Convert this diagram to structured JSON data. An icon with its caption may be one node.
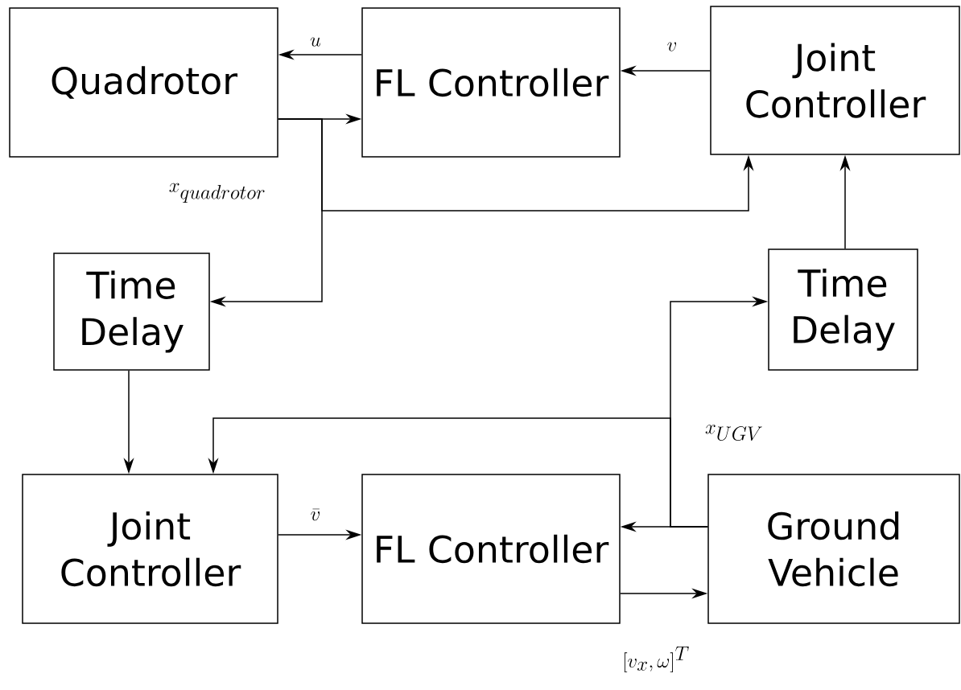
{
  "diagram": {
    "nodes": [
      {
        "text": [
          "Quadrotor"
        ]
      },
      {
        "text": [
          "FL Controller"
        ]
      },
      {
        "text": [
          "Joint Controller"
        ]
      },
      {
        "text": [
          "Time Delay"
        ]
      },
      {
        "text": [
          "Time Delay"
        ]
      },
      {
        "text": [
          "Joint Controller"
        ]
      },
      {
        "text": [
          "FL Controller"
        ]
      },
      {
        "text": [
          "Ground Vehicle"
        ]
      }
    ],
    "edges": [
      {
        "from": 1,
        "to": 0,
        "arrow": "to",
        "label": "u"
      },
      {
        "from": 0,
        "to": 1,
        "arrow": "to"
      },
      {
        "from": 0,
        "to": 2,
        "arrow": "to"
      },
      {
        "from": 0,
        "to": 3,
        "arrow": "to"
      },
      {
        "from": 2,
        "to": 1,
        "arrow": "to",
        "label": "v"
      },
      {
        "from": 4,
        "to": 2,
        "arrow": "to"
      },
      {
        "from": 3,
        "to": 5,
        "arrow": "to"
      },
      {
        "from": 5,
        "to": 6,
        "arrow": "to",
        "label": "\\bar{v}"
      },
      {
        "from": 6,
        "to": 7,
        "arrow": "to"
      },
      {
        "from": 7,
        "to": 6,
        "arrow": "to"
      },
      {
        "from": 7,
        "to": 4,
        "arrow": "to"
      },
      {
        "from": 7,
        "to": 5,
        "arrow": "to"
      }
    ],
    "labels": [
      "x_{quadrotor}",
      "x_{UGV}",
      "[v_x, \\omega]^T"
    ]
  }
}
